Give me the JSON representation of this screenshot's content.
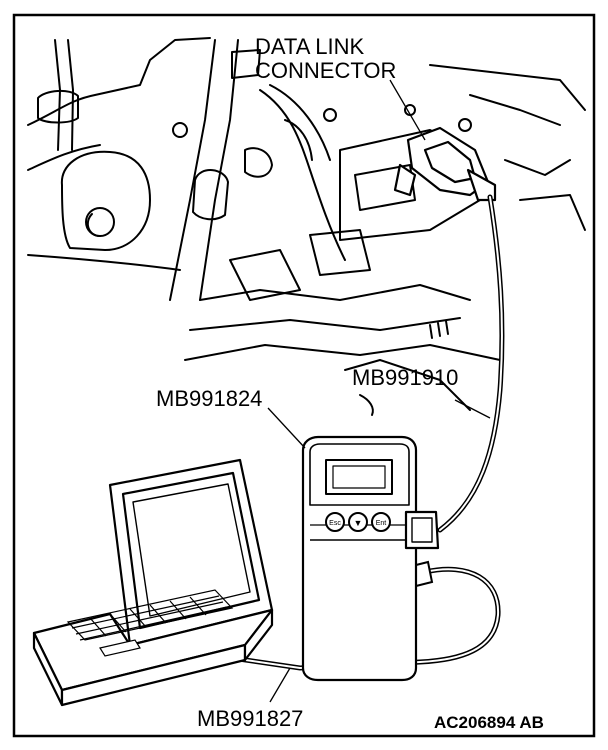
{
  "labels": {
    "data_link_line1": "DATA LINK",
    "data_link_line2": "CONNECTOR",
    "part_vci": "MB991824",
    "part_cable": "MB991910",
    "part_usb": "MB991827",
    "figure_code": "AC206894 AB"
  },
  "vci_buttons": [
    "Esc",
    "▼",
    "Ent"
  ]
}
